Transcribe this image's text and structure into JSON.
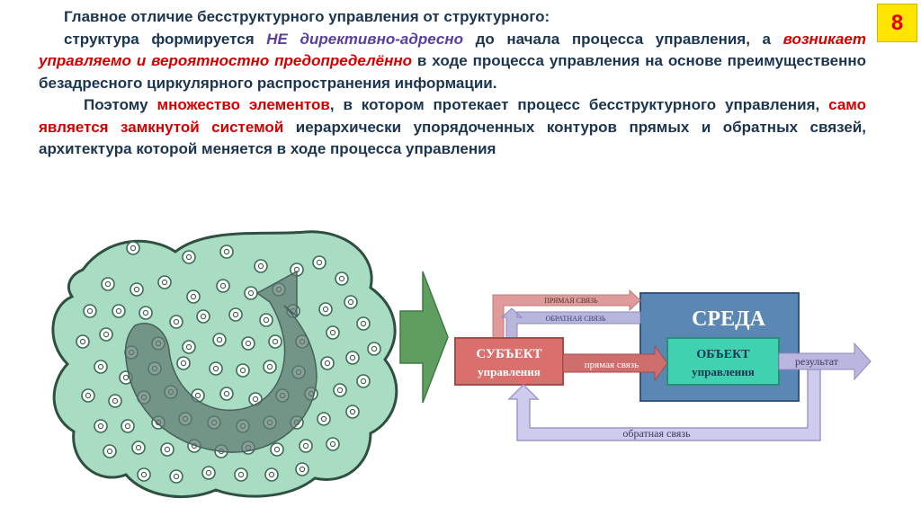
{
  "slide_number": "8",
  "text": {
    "heading": "Главное отличие бесструктурного управления от структурного:",
    "p1_a": "структура формируется ",
    "p1_b": "НЕ директивно-адресно",
    "p1_c": " до начала процесса управления, а ",
    "p1_d": "возникает управляемо и вероятностно предопределённо",
    "p1_e": " в ходе процесса управления на основе преимущественно безадресного циркулярного распространения информации.",
    "p2_a": "Поэтому ",
    "p2_b": "множество элементов",
    "p2_c": ", в котором протекает процесс бесструктурного управления, ",
    "p2_d": "само является замкнутой системой",
    "p2_e": " иерархически упорядоченных контуров прямых и обратных связей, архитектура которой меняется в ходе процесса управления"
  },
  "diagram": {
    "env_label": "СРЕДА",
    "subject_line1": "СУБЪЕКТ",
    "subject_line2": "управления",
    "object_line1": "ОБЪЕКТ",
    "object_line2": "управления",
    "direct_small": "ПРЯМАЯ СВЯЗЬ",
    "feedback_small": "ОБРАТНАЯ СВЯЗЬ",
    "direct_link": "прямая связь",
    "result": "результат",
    "feedback_bottom": "обратная связь"
  }
}
